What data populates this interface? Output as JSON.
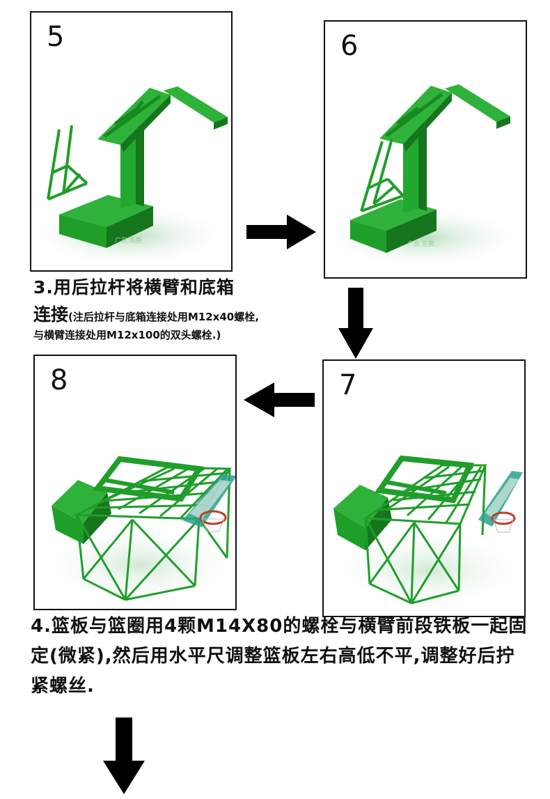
{
  "panels": [
    {
      "number": "5"
    },
    {
      "number": "6"
    },
    {
      "number": "7"
    },
    {
      "number": "8"
    }
  ],
  "base_label": "广东 东莞",
  "colors": {
    "frame_green": "#1f9e2a",
    "frame_dark": "#15761d",
    "backboard": "#2aa08a",
    "rim": "#c0392b",
    "arrow": "#000000"
  },
  "step3": {
    "title": "3.用后拉杆将横臂和底箱",
    "line2_main": "连接",
    "line2_note": "(注后拉杆与底箱连接处用M12x40螺栓,",
    "line3_note": "与横臂连接处用M12x100的双头螺栓.)"
  },
  "step4": {
    "text": "4.篮板与篮圈用4颗M14X80的螺栓与横臂前段铁板一起固定(微紧),然后用水平尺调整篮板左右高低不平,调整好后拧紧螺丝."
  }
}
